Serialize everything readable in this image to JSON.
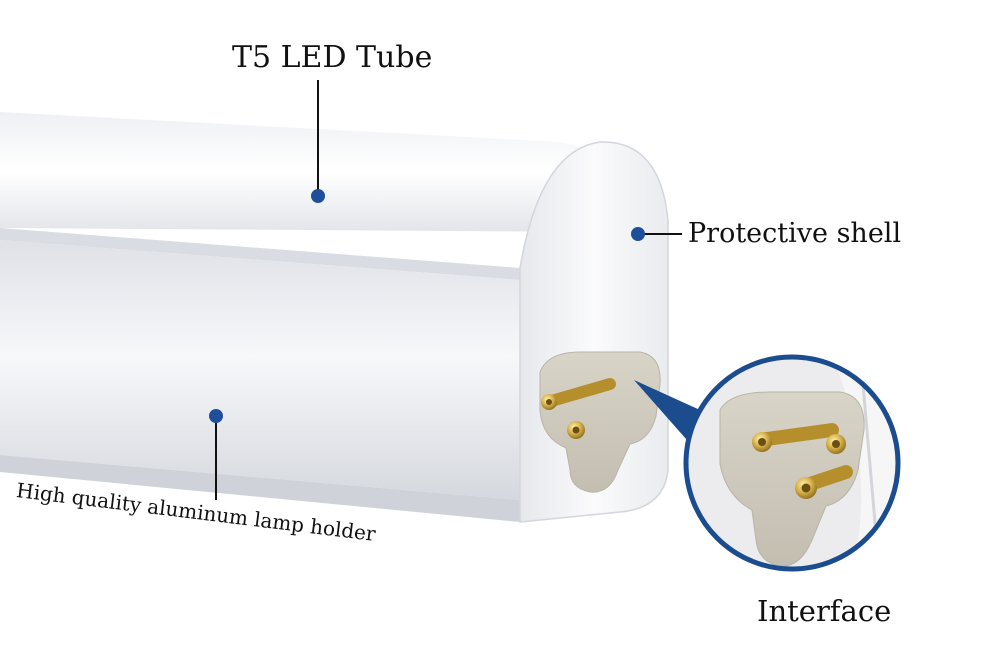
{
  "labels": {
    "tube": "T5 LED Tube",
    "shell": "Protective shell",
    "holder": "High quality aluminum lamp holder",
    "interface": "Interface"
  },
  "colors": {
    "callout_dot": "#1f4e9a",
    "callout_line": "#111111",
    "magnifier_ring": "#1b4d8e",
    "pin_brass": "#c9a233",
    "tube_body": "#f0f1f5",
    "label_text": "#111111"
  }
}
